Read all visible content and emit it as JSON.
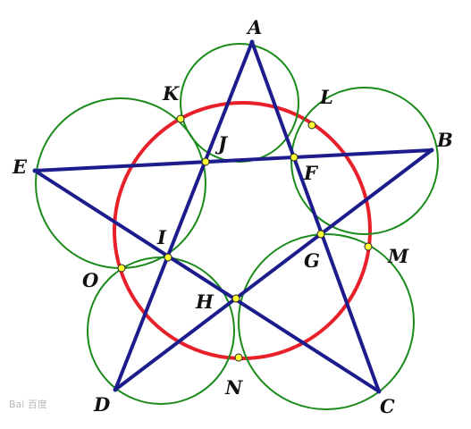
{
  "figure": {
    "colors": {
      "red_circle": "#e8202a",
      "green_circles": "#1a8a1a",
      "star_lines": "#1c1c8c",
      "point_fill": "#ffff33",
      "label": "#111111"
    },
    "points": {
      "A": "A",
      "B": "B",
      "C": "C",
      "D": "D",
      "E": "E",
      "F": "F",
      "G": "G",
      "H": "H",
      "I": "I",
      "J": "J",
      "K": "K",
      "L": "L",
      "M": "M",
      "N": "N",
      "O": "O"
    },
    "watermark": "Bai 百度"
  }
}
